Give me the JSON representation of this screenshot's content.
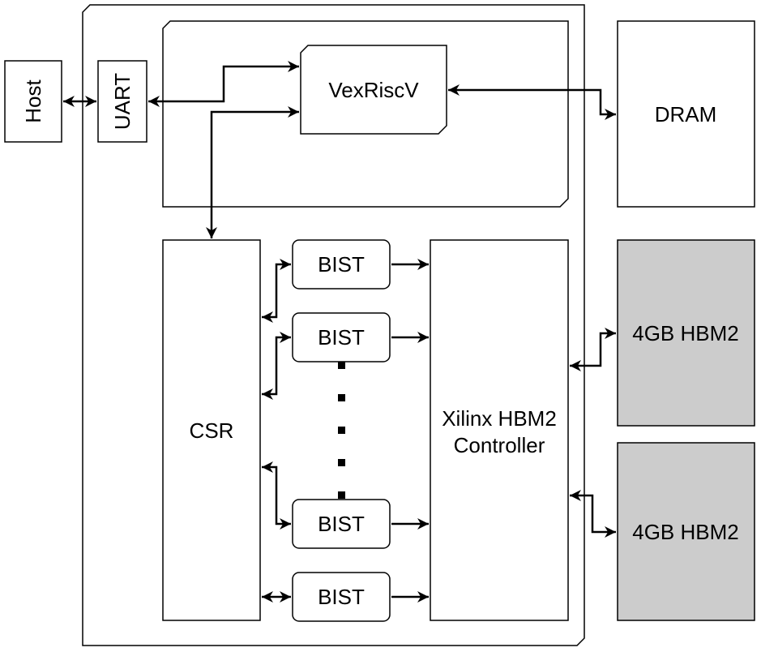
{
  "colors": {
    "stroke": "#000000",
    "box_fill": "#ffffff",
    "hbm_fill": "#cccccc"
  },
  "blocks": {
    "host": "Host",
    "uart": "UART",
    "cpu": "VexRiscV",
    "dram": "DRAM",
    "csr": "CSR",
    "controller_line1": "Xilinx HBM2",
    "controller_line2": "Controller",
    "bist": [
      "BIST",
      "BIST",
      "BIST",
      "BIST"
    ],
    "hbm": [
      "4GB HBM2",
      "4GB HBM2"
    ]
  }
}
